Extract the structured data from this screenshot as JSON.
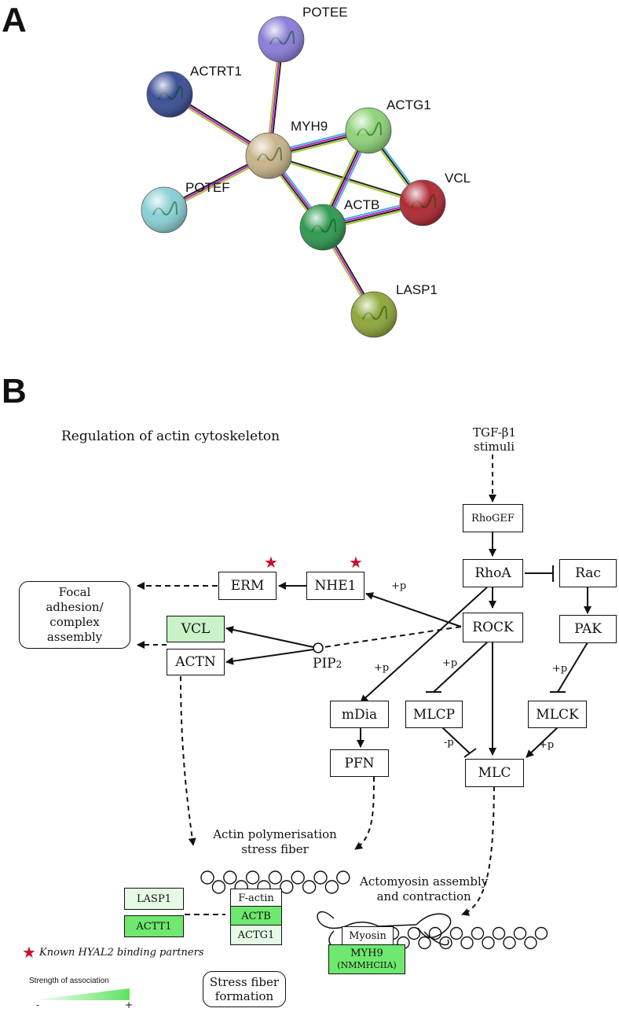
{
  "panels": {
    "a": "A",
    "b": "B"
  },
  "network": {
    "nodes": [
      {
        "id": "POTEE",
        "label": "POTEE",
        "color": "#8a7fd8"
      },
      {
        "id": "ACTRT1",
        "label": "ACTRT1",
        "color": "#3c4f96"
      },
      {
        "id": "MYH9",
        "label": "MYH9",
        "color": "#c8b48a"
      },
      {
        "id": "ACTG1",
        "label": "ACTG1",
        "color": "#8fd27a"
      },
      {
        "id": "POTEF",
        "label": "POTEF",
        "color": "#8ad0d4"
      },
      {
        "id": "VCL",
        "label": "VCL",
        "color": "#b02a33"
      },
      {
        "id": "ACTB",
        "label": "ACTB",
        "color": "#2f9a50"
      },
      {
        "id": "LASP1",
        "label": "LASP1",
        "color": "#8ea73a"
      }
    ]
  },
  "pathway": {
    "title": "Regulation of actin cytoskeleton",
    "stimuli": [
      "TGF-β1",
      "stimuli"
    ],
    "boxes": {
      "rhogef": "RhoGEF",
      "rhoa": "RhoA",
      "rac": "Rac",
      "rock": "ROCK",
      "pak": "PAK",
      "erm": "ERM",
      "nhe1": "NHE1",
      "vcl": "VCL",
      "actn": "ACTN",
      "mdia": "mDia",
      "pfn": "PFN",
      "mlcp": "MLCP",
      "mlck": "MLCK",
      "mlc": "MLC",
      "lasp1": "LASP1",
      "actt1": "ACTT1",
      "factin": "F-actin",
      "actb": "ACTB",
      "actg1": "ACTG1",
      "myosin": "Myosin",
      "myh9_a": "MYH9",
      "myh9_b": "(NMMHCIIA)"
    },
    "rounded": {
      "focal": [
        "Focal",
        "adhesion/",
        "complex",
        "assembly"
      ],
      "stress_formation": [
        "Stress fiber",
        "formation"
      ]
    },
    "pip2": {
      "main": "PIP",
      "sub": "2"
    },
    "phospho": {
      "p1": "+p",
      "p2": "+p",
      "p3": "+p",
      "p4": "+p",
      "p5": "-p",
      "p6": "+p"
    },
    "actin_poly": [
      "Actin polymerisation",
      "stress fiber"
    ],
    "actomyosin": [
      "Actomyosin assembly",
      "and contraction"
    ],
    "legend": {
      "star_text": "Known HYAL2 binding partners",
      "strength_title": "Strength of association",
      "minus": "-",
      "plus": "+"
    }
  }
}
